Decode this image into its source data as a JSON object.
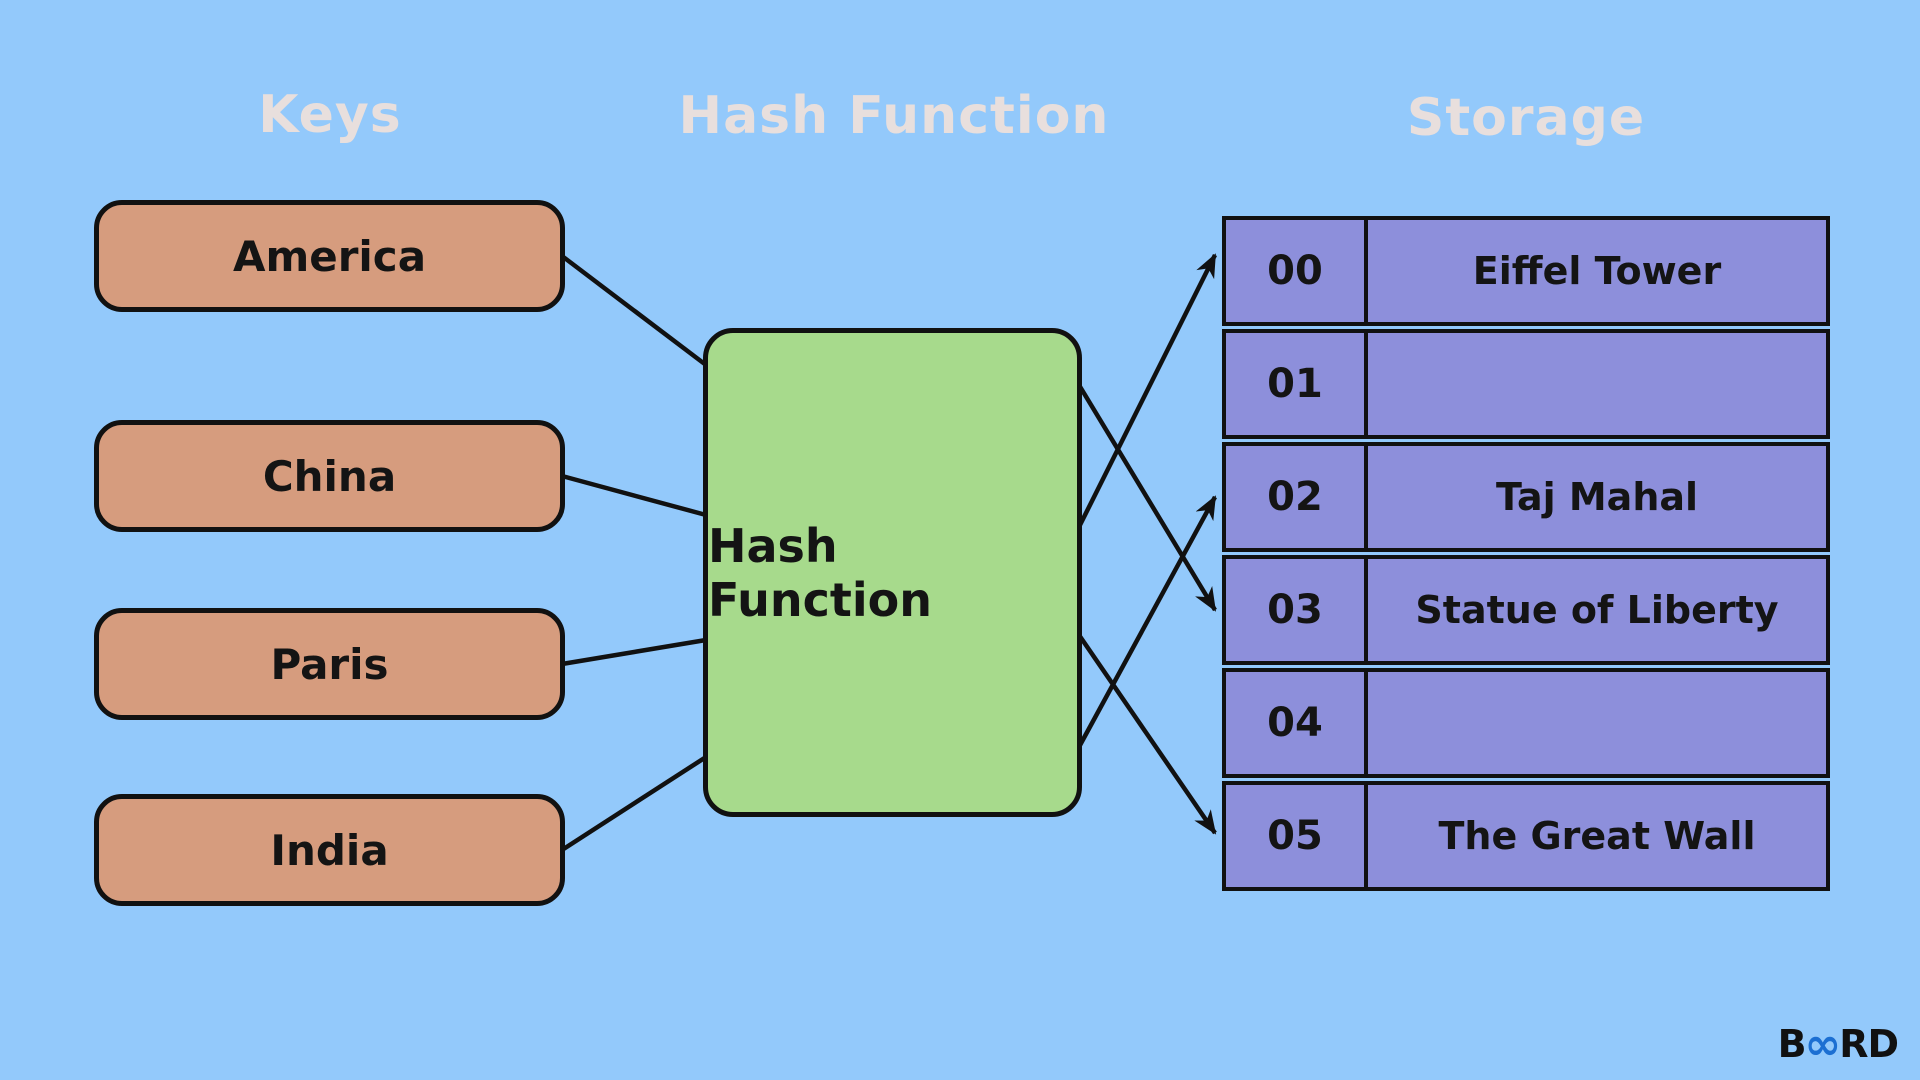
{
  "title_headers": {
    "keys": "Keys",
    "hash_function": "Hash Function",
    "storage": "Storage"
  },
  "keys": [
    "America",
    "China",
    "Paris",
    "India"
  ],
  "hash_box_label": "Hash Function",
  "storage_rows": [
    {
      "index": "00",
      "value": "Eiffel Tower"
    },
    {
      "index": "01",
      "value": ""
    },
    {
      "index": "02",
      "value": "Taj Mahal"
    },
    {
      "index": "03",
      "value": "Statue of Liberty"
    },
    {
      "index": "04",
      "value": ""
    },
    {
      "index": "05",
      "value": "The Great Wall"
    }
  ],
  "mappings": [
    {
      "key": "America",
      "slot": "03"
    },
    {
      "key": "China",
      "slot": "05"
    },
    {
      "key": "Paris",
      "slot": "00"
    },
    {
      "key": "India",
      "slot": "02"
    }
  ],
  "logo": {
    "b": "B",
    "infinity": "∞",
    "rd": "RD"
  },
  "colors": {
    "background": "#93c9fb",
    "key_box": "#d69c7e",
    "hash_box": "#a7da8c",
    "storage_cell": "#8d8fdb",
    "header_text": "#e8dfdd",
    "outline": "#111111",
    "logo_blue": "#1c6fd2"
  }
}
